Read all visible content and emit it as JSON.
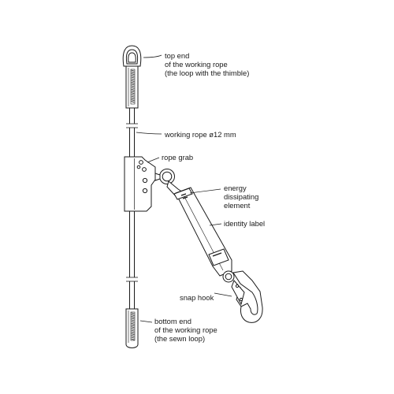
{
  "labels": {
    "top_end": [
      "top end",
      "of the working rope",
      "(the loop with the thimble)"
    ],
    "working_rope": "working rope ø12 mm",
    "rope_grab": "rope grab",
    "energy_element": [
      "energy",
      "dissipating",
      "element"
    ],
    "identity_label": "identity label",
    "snap_hook": "snap hook",
    "bottom_end": [
      "bottom end",
      "of the working rope",
      "(the sewn loop)"
    ]
  },
  "colors": {
    "line": "#1a1a1a",
    "fill": "#ffffff",
    "stitch": "#222222"
  }
}
